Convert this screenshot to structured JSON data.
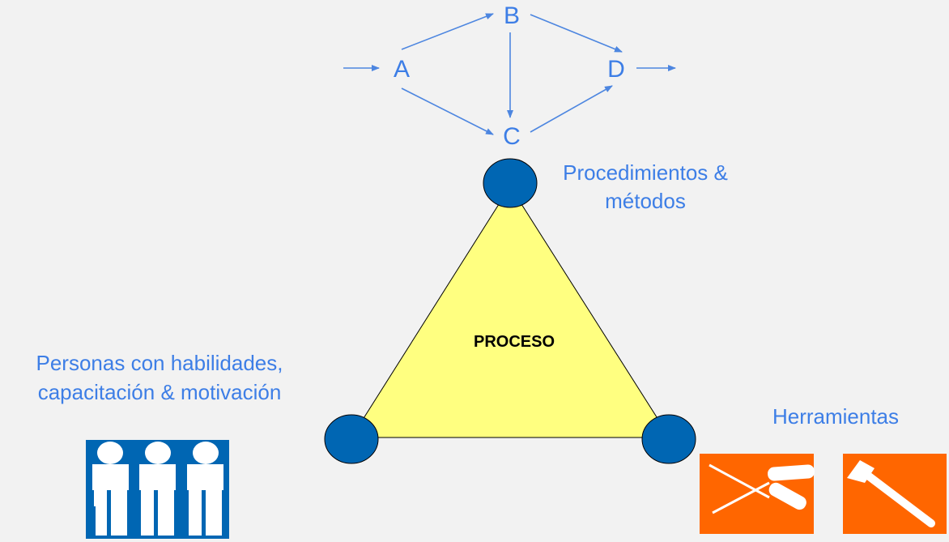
{
  "flow": {
    "nodes": [
      "A",
      "B",
      "C",
      "D"
    ]
  },
  "triangle": {
    "center_label": "PROCESO"
  },
  "labels": {
    "procedures_line1": "Procedimientos &",
    "procedures_line2": "métodos",
    "people_line1": "Personas con habilidades,",
    "people_line2": "capacitación & motivación",
    "tools": "Herramientas"
  },
  "icons": {
    "people": "people-icon",
    "screwdrivers": "screwdriver-icon",
    "hammer": "hammer-icon"
  },
  "colors": {
    "background": "#f2f2f2",
    "text_blue": "#3d7ee6",
    "arrow_blue": "#4d86e0",
    "triangle_fill": "#ffff80",
    "node_fill": "#0066b3",
    "tool_orange": "#ff6600",
    "people_blue": "#0066b3"
  }
}
